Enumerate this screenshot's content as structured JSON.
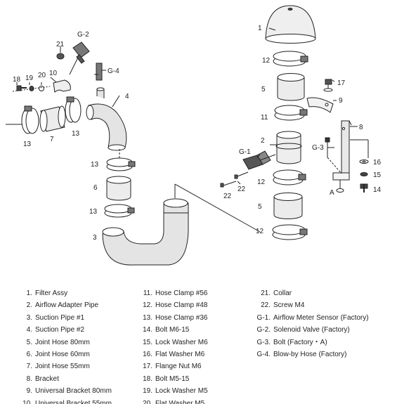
{
  "callouts": {
    "c1": "1",
    "c12a": "12",
    "c5a": "5",
    "c11": "11",
    "c2": "2",
    "cG1": "G-1",
    "c22a": "22",
    "c22b": "22",
    "c12b": "12",
    "c5b": "5",
    "c12c": "12",
    "c17": "17",
    "c9": "9",
    "c8": "8",
    "cG3": "G-3",
    "c16": "16",
    "c15": "15",
    "cA": "A",
    "c14": "14",
    "c21": "21",
    "cG2": "G-2",
    "cG4": "G-4",
    "c18": "18",
    "c19": "19",
    "c20": "20",
    "c10": "10",
    "c4": "4",
    "c13a": "13",
    "c7": "7",
    "c13b": "13",
    "c13c": "13",
    "c6": "6",
    "c13d": "13",
    "c3": "3"
  },
  "legend": {
    "col1": [
      {
        "num": "1.",
        "label": "Filter Assy"
      },
      {
        "num": "2.",
        "label": "Airflow Adapter Pipe"
      },
      {
        "num": "3.",
        "label": "Suction Pipe #1"
      },
      {
        "num": "4.",
        "label": "Suction Pipe #2"
      },
      {
        "num": "5.",
        "label": "Joint Hose 80mm"
      },
      {
        "num": "6.",
        "label": "Joint Hose 60mm"
      },
      {
        "num": "7.",
        "label": "Joint Hose 55mm"
      },
      {
        "num": "8.",
        "label": "Bracket"
      },
      {
        "num": "9.",
        "label": "Universal Bracket 80mm"
      },
      {
        "num": "10.",
        "label": "Universal Bracket 55mm"
      }
    ],
    "col2": [
      {
        "num": "11.",
        "label": "Hose Clamp #56"
      },
      {
        "num": "12.",
        "label": "Hose Clamp #48"
      },
      {
        "num": "13.",
        "label": "Hose Clamp #36"
      },
      {
        "num": "14.",
        "label": "Bolt M6-15"
      },
      {
        "num": "15.",
        "label": "Lock Washer M6"
      },
      {
        "num": "16.",
        "label": "Flat Washer M6"
      },
      {
        "num": "17.",
        "label": "Flange Nut M6"
      },
      {
        "num": "18.",
        "label": "Bolt M5-15"
      },
      {
        "num": "19.",
        "label": "Lock Washer M5"
      },
      {
        "num": "20.",
        "label": "Flat Washer M5"
      }
    ],
    "col3": [
      {
        "num": "21.",
        "label": "Collar"
      },
      {
        "num": "22.",
        "label": "Screw M4"
      },
      {
        "num": "G-1.",
        "label": "Airflow Meter Sensor (Factory)"
      },
      {
        "num": "G-2.",
        "label": "Solenoid Valve (Factory)"
      },
      {
        "num": "G-3.",
        "label": "Bolt (Factory・A)"
      },
      {
        "num": "G-4.",
        "label": "Blow-by Hose (Factory)"
      }
    ]
  },
  "colors": {
    "line": "#222222",
    "fill": "#ffffff",
    "shade": "#d8d8d8"
  }
}
